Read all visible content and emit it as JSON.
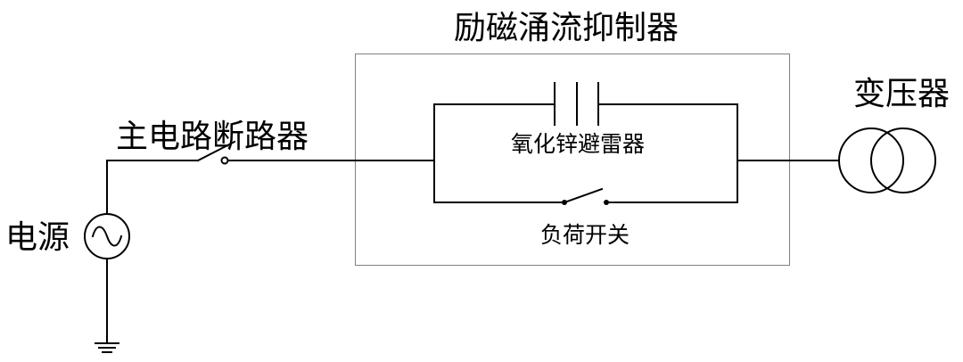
{
  "title": "励磁涌流抑制器",
  "labels": {
    "source": "电源",
    "breaker": "主电路断路器",
    "arrester": "氧化锌避雷器",
    "load_switch": "负荷开关",
    "transformer": "变压器"
  },
  "colors": {
    "line": "#000000",
    "box_border": "#808080",
    "background": "#ffffff"
  }
}
